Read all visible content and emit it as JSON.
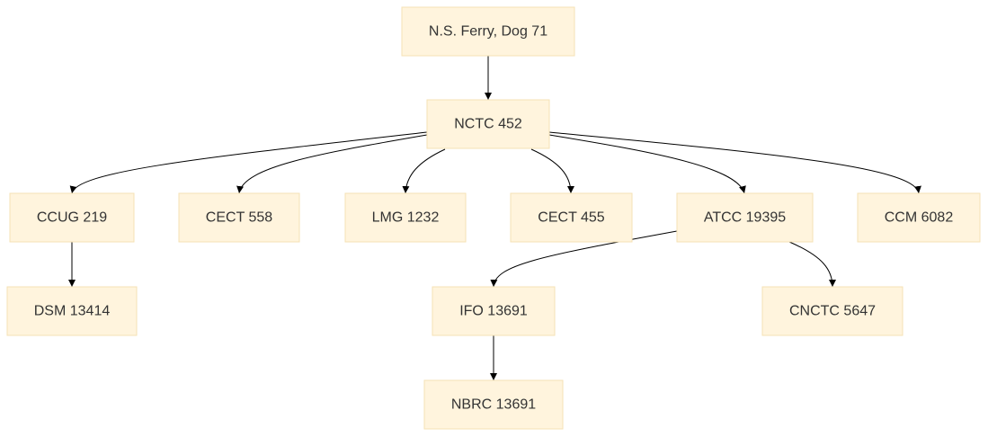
{
  "nodes": [
    {
      "id": "root",
      "label": "N.S. Ferry, Dog 71"
    },
    {
      "id": "nctc452",
      "label": "NCTC 452"
    },
    {
      "id": "ccug219",
      "label": "CCUG 219"
    },
    {
      "id": "cect558",
      "label": "CECT 558"
    },
    {
      "id": "lmg1232",
      "label": "LMG 1232"
    },
    {
      "id": "cect455",
      "label": "CECT 455"
    },
    {
      "id": "atcc19395",
      "label": "ATCC 19395"
    },
    {
      "id": "ccm6082",
      "label": "CCM 6082"
    },
    {
      "id": "dsm13414",
      "label": "DSM 13414"
    },
    {
      "id": "ifo13691",
      "label": "IFO 13691"
    },
    {
      "id": "cnctc5647",
      "label": "CNCTC 5647"
    },
    {
      "id": "nbrc13691",
      "label": "NBRC 13691"
    }
  ],
  "edges": [
    {
      "from": "root",
      "to": "nctc452"
    },
    {
      "from": "nctc452",
      "to": "ccug219"
    },
    {
      "from": "nctc452",
      "to": "cect558"
    },
    {
      "from": "nctc452",
      "to": "lmg1232"
    },
    {
      "from": "nctc452",
      "to": "cect455"
    },
    {
      "from": "nctc452",
      "to": "atcc19395"
    },
    {
      "from": "nctc452",
      "to": "ccm6082"
    },
    {
      "from": "ccug219",
      "to": "dsm13414"
    },
    {
      "from": "atcc19395",
      "to": "ifo13691"
    },
    {
      "from": "atcc19395",
      "to": "cnctc5647"
    },
    {
      "from": "ifo13691",
      "to": "nbrc13691"
    }
  ]
}
